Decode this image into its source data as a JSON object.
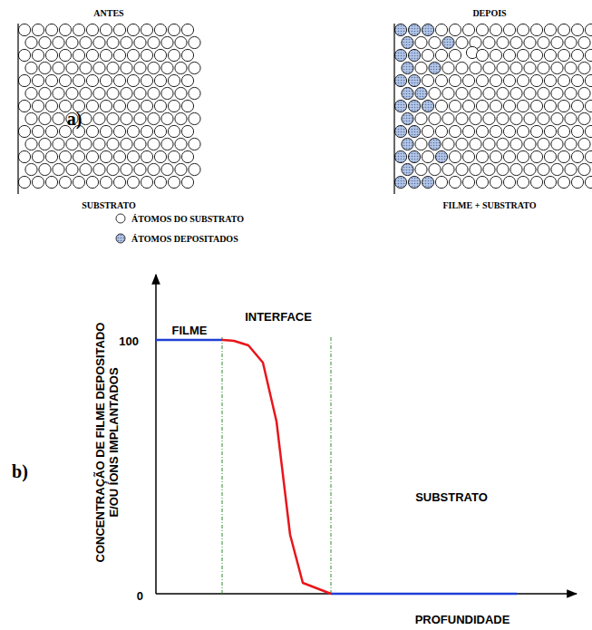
{
  "diagram": {
    "labels": [
      "a)",
      "ANTES",
      "DEPOIS",
      "SUBSTRATO",
      "FILME + SUBSTRATO",
      "b)",
      "CONCENTRAÇÃO DE FILME DEPOSITADO E/OU ÍONS IMPLANTADOS",
      "100",
      "0",
      "FILME",
      "INTERFACE",
      "SUBSTRATO",
      "PROFUNDIDADE"
    ],
    "legend": [
      {
        "text": "ÁTOMOS DO SUBSTRATO"
      },
      {
        "text": "ÁTOMOS DEPOSITADOS"
      }
    ]
  }
}
